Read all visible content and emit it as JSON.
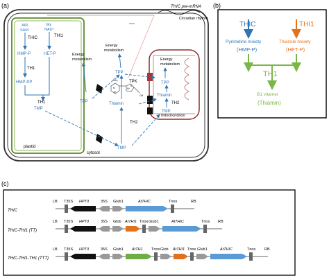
{
  "panel_a": {
    "label": "(a)",
    "thic_pre_mrna": "THIC pre-mRNA",
    "circadian": "Circadian rhythm",
    "plastid": "plastid",
    "cytosol": "cytosol",
    "mitochondrion": "mitochondrion",
    "air_sam": [
      "AIR",
      "SAM"
    ],
    "gly_nad": [
      "Gly",
      "NAD⁺"
    ],
    "thic": "THIC",
    "thi1": "THI1",
    "hmp_p": "HMP-P",
    "het_p": "HET-P",
    "th1_a": "TH1",
    "hmp_pp": "HMP-PP",
    "th1_b": "TH1",
    "tmp_plastid": "TMP",
    "energy_plastid": [
      "Energy",
      "metabolism"
    ],
    "tpp_plastid": "TPP",
    "energy_cytosol": [
      "Energy",
      "metabolism"
    ],
    "tpp_cytosol": "TPP",
    "tpk": "TPK",
    "thiamin_cytosol": "Thiamin",
    "th2_cytosol": "TH2",
    "tmp_cytosol": "TMP",
    "energy_mito": [
      "Energy",
      "metabolism"
    ],
    "tpp_mito": "TPP",
    "thiamin_mito": "Thiamin",
    "th2_mito": "TH2",
    "tmp_mito": "TMP",
    "mol_labels": [
      "NH₂",
      "N",
      "N",
      "N⁺",
      "S",
      "OH"
    ]
  },
  "panel_b": {
    "label": "(b)",
    "thic": "THIC",
    "thi1": "THI1",
    "pyr_moiety": "Pyrimidine moiety",
    "hmp_p": "(HMP-P)",
    "thz_moiety": "Thiazole moiety",
    "het_p": "(HET-P)",
    "th1": "TH1",
    "b1": "B1 vitamer",
    "thiamin": "(Thiamin)"
  },
  "panel_c": {
    "label": "(c)",
    "rows": [
      {
        "name": "THIC",
        "parts": [
          {
            "t": "LB"
          },
          {
            "t": "T35S"
          },
          {
            "t": "HPTII"
          },
          {
            "t": "35S"
          },
          {
            "t": "Glub1"
          },
          {
            "t": "AtTHIC"
          },
          {
            "t": "Tnos"
          },
          {
            "t": "RB"
          }
        ]
      },
      {
        "name": "THIC-THI1 (TT)",
        "parts": [
          {
            "t": "LB"
          },
          {
            "t": "T35S"
          },
          {
            "t": "HPTII"
          },
          {
            "t": "35S"
          },
          {
            "t": "Glob"
          },
          {
            "t": "AtTHI1"
          },
          {
            "t": "Tnos"
          },
          {
            "t": "Glub1"
          },
          {
            "t": "AtTHIC"
          },
          {
            "t": "Tnos"
          },
          {
            "t": "RB"
          }
        ]
      },
      {
        "name": "THIC-THI1-TH1 (TTT)",
        "parts": [
          {
            "t": "LB"
          },
          {
            "t": "T35S"
          },
          {
            "t": "HPTII"
          },
          {
            "t": "35S"
          },
          {
            "t": "Glub1"
          },
          {
            "t": "AtTH1"
          },
          {
            "t": "Tnos"
          },
          {
            "t": "Glob"
          },
          {
            "t": "AtTHI1"
          },
          {
            "t": "Tnos"
          },
          {
            "t": "Glub1"
          },
          {
            "t": "AtTHIC"
          },
          {
            "t": "Tnos"
          },
          {
            "t": "RB"
          }
        ]
      }
    ]
  },
  "colors": {
    "blue": "#2e75b6",
    "orange": "#e2711d",
    "green": "#7ab648",
    "plastid_green": "#5a8a2a",
    "mito_red": "#8b2e2e",
    "grey": "#8c8c8c",
    "black": "#000000"
  }
}
